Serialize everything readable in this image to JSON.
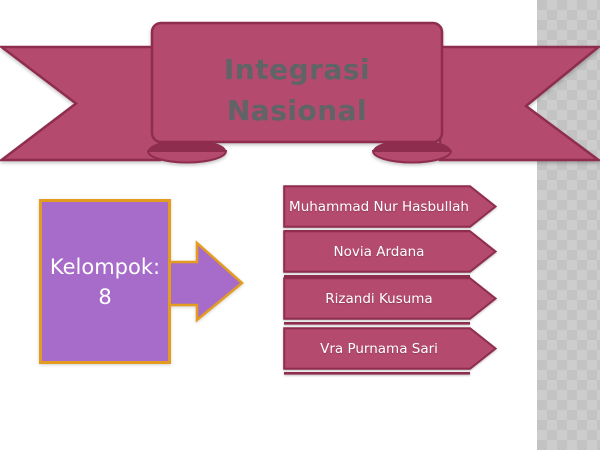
{
  "slide": {
    "title": {
      "line1": "Integrasi",
      "line2": "Nasional"
    },
    "group_box": {
      "line1": "Kelompok:",
      "line2": "8"
    },
    "members": [
      {
        "name": "Muhammad Nur Hasbullah"
      },
      {
        "name": "Novia Ardana"
      },
      {
        "name": "Rizandi Kusuma"
      },
      {
        "name": "Vra Purnama Sari"
      }
    ],
    "colors": {
      "ribbon_fill": "#b44a6e",
      "ribbon_border": "#8f2d4f",
      "banner_fill": "#b44a6e",
      "banner_border": "#8f2d4f",
      "group_box_fill": "#a76cc9",
      "group_box_border": "#e39c1f",
      "title_text": "#5f6466",
      "member_text": "#ffffff",
      "sidebar_base": "#c3c3c3",
      "sidebar_diamond": "#cdcdcd"
    }
  }
}
